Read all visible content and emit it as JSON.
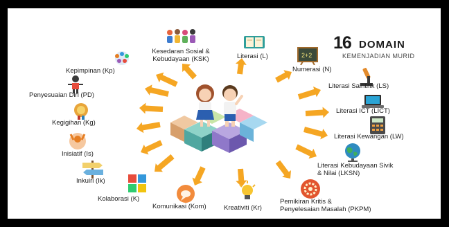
{
  "title": {
    "number": "16",
    "word": "DOMAIN",
    "subtitle": "KEMENJADIAN MURID"
  },
  "domains": [
    {
      "id": "ksk",
      "label_lines": [
        "Kesedaran Sosial &",
        "Kebudayaan (KSK)"
      ],
      "icon": "people-group-icon"
    },
    {
      "id": "l",
      "label_lines": [
        "Literasi (L)"
      ],
      "icon": "book-icon"
    },
    {
      "id": "n",
      "label_lines": [
        "Numerasi (N)"
      ],
      "icon": "chalkboard-icon"
    },
    {
      "id": "ls",
      "label_lines": [
        "Literasi Saintifik (LS)"
      ],
      "icon": "microscope-icon"
    },
    {
      "id": "lict",
      "label_lines": [
        "Literasi ICT (LICT)"
      ],
      "icon": "laptop-icon"
    },
    {
      "id": "lw",
      "label_lines": [
        "Literasi Kewangan (LW)"
      ],
      "icon": "calculator-icon"
    },
    {
      "id": "lksn",
      "label_lines": [
        "Literasi Kebudayaan Sivik",
        "& Nilai (LKSN)"
      ],
      "icon": "globe-icon"
    },
    {
      "id": "pkpm",
      "label_lines": [
        "Pemikiran Kritis &",
        "Penyelesaian Masalah (PKPM)"
      ],
      "icon": "gears-icon"
    },
    {
      "id": "kr",
      "label_lines": [
        "Kreativiti (Kr)"
      ],
      "icon": "lightbulb-icon"
    },
    {
      "id": "kom",
      "label_lines": [
        "Komunikasi (Kom)"
      ],
      "icon": "chat-bubble-icon"
    },
    {
      "id": "k",
      "label_lines": [
        "Kolaborasi (K)"
      ],
      "icon": "puzzle-people-icon"
    },
    {
      "id": "ik",
      "label_lines": [
        "Inkuiri (Ik)"
      ],
      "icon": "signpost-icon"
    },
    {
      "id": "is",
      "label_lines": [
        "Inisiatif (Is)"
      ],
      "icon": "raised-hands-icon"
    },
    {
      "id": "kg",
      "label_lines": [
        "Kegigihan (Kg)"
      ],
      "icon": "medal-icon"
    },
    {
      "id": "pd",
      "label_lines": [
        "Penyesuaian Diri (PD)"
      ],
      "icon": "figure-icon"
    },
    {
      "id": "kp",
      "label_lines": [
        "Kepimpinan (Kp)"
      ],
      "icon": "team-icon"
    }
  ],
  "colors": {
    "arrow": "#F5A623",
    "frame": "#000000",
    "text": "#1E1E1E"
  }
}
